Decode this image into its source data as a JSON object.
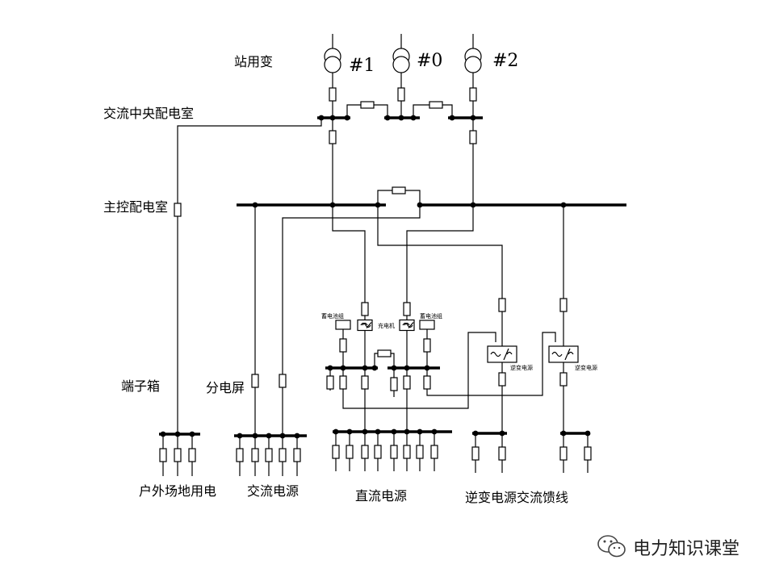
{
  "labels": {
    "station_transformer": "站用变",
    "t1": "#1",
    "t0": "#0",
    "t2": "#2",
    "ac_central_room": "交流中央配电室",
    "main_control_room": "主控配电室",
    "terminal_box": "端子箱",
    "sub_panel": "分电屏",
    "outdoor_power": "户外场地用电",
    "ac_power": "交流电源",
    "dc_power": "直流电源",
    "inverter_feeder": "逆变电源交流馈线",
    "battery_left": "蓄电池组",
    "battery_right": "蓄电池组",
    "charger": "充电机",
    "inverter_left": "逆变电源",
    "inverter_right": "逆变电源"
  },
  "watermark": {
    "logo_icon": "wechat-icon",
    "text": "电力知识课堂"
  }
}
